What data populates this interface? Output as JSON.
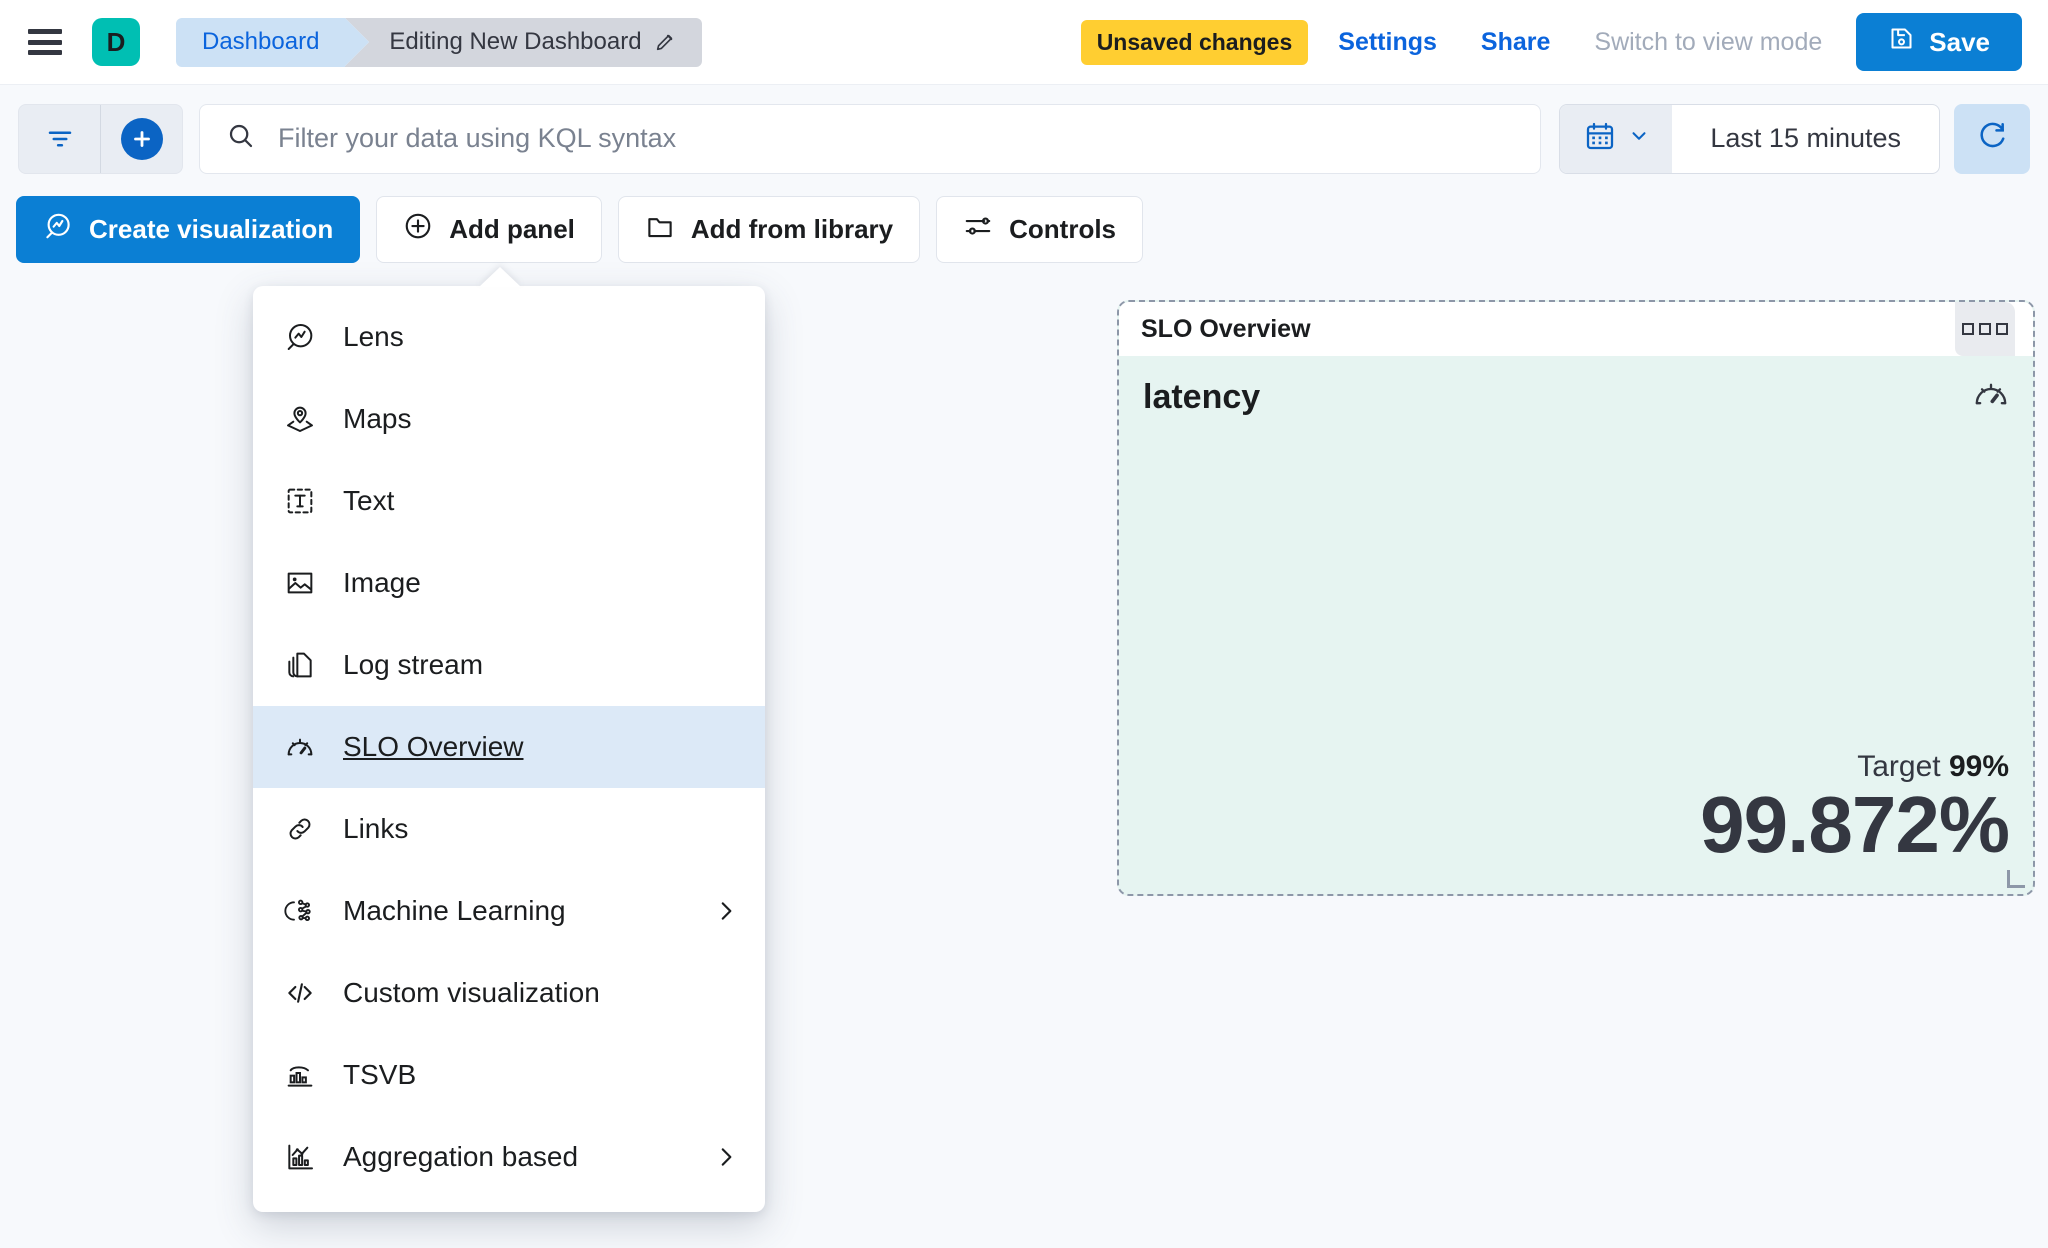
{
  "header": {
    "menu_icon": "hamburger-icon",
    "avatar_label": "D",
    "breadcrumbs": [
      {
        "label": "Dashboard",
        "icon": ""
      },
      {
        "label": "Editing New Dashboard",
        "icon": "pencil-icon"
      }
    ],
    "unsaved_badge": "Unsaved changes",
    "settings_label": "Settings",
    "share_label": "Share",
    "view_mode_label": "Switch to view mode",
    "save_label": "Save",
    "save_icon": "save-disk-icon",
    "accent_blue": "#0B7FD4",
    "breadcrumb_link_color": "#0B64DD",
    "unsaved_badge_color": "#FFCE31",
    "avatar_color": "#00BFB3"
  },
  "query_bar": {
    "filter_icon": "filter-icon",
    "add_filter_icon": "plus-circle-icon",
    "search_icon": "search-icon",
    "search_value": "",
    "search_placeholder": "Filter your data using KQL syntax",
    "calendar_icon": "calendar-icon",
    "calendar_chevron_icon": "chevron-down-icon",
    "time_range": "Last 15 minutes",
    "refresh_icon": "refresh-icon"
  },
  "toolbar": {
    "create_visualization": "Create visualization",
    "create_visualization_icon": "lens-icon",
    "add_panel": "Add panel",
    "add_panel_icon": "plus-circle-icon",
    "add_from_library": "Add from library",
    "add_from_library_icon": "folder-icon",
    "controls": "Controls",
    "controls_icon": "controls-sliders-icon"
  },
  "add_panel_menu": {
    "items": [
      {
        "label": "Lens",
        "icon": "lens-icon",
        "has_submenu": false,
        "active": false
      },
      {
        "label": "Maps",
        "icon": "map-marker-icon",
        "has_submenu": false,
        "active": false
      },
      {
        "label": "Text",
        "icon": "text-box-icon",
        "has_submenu": false,
        "active": false
      },
      {
        "label": "Image",
        "icon": "image-icon",
        "has_submenu": false,
        "active": false
      },
      {
        "label": "Log stream",
        "icon": "log-stream-icon",
        "has_submenu": false,
        "active": false
      },
      {
        "label": "SLO Overview",
        "icon": "gauge-icon",
        "has_submenu": false,
        "active": true
      },
      {
        "label": "Links",
        "icon": "link-icon",
        "has_submenu": false,
        "active": false
      },
      {
        "label": "Machine Learning",
        "icon": "machine-learning-icon",
        "has_submenu": true,
        "active": false
      },
      {
        "label": "Custom visualization",
        "icon": "code-icon",
        "has_submenu": false,
        "active": false
      },
      {
        "label": "TSVB",
        "icon": "tsvb-chart-icon",
        "has_submenu": false,
        "active": false
      },
      {
        "label": "Aggregation based",
        "icon": "aggregation-chart-icon",
        "has_submenu": true,
        "active": false
      }
    ],
    "highlight_color": "#DCE9F7"
  },
  "slo_panel": {
    "panel_title": "SLO Overview",
    "context_menu_icon": "panel-context-menu-icon",
    "metric_name": "latency",
    "gauge_icon": "gauge-icon",
    "target_label": "Target",
    "target_value": "99%",
    "sli_value": "99.872%",
    "background_color": "#E6F4F1",
    "border_style": "dashed",
    "resize_handle_icon": "resize-handle-icon"
  }
}
